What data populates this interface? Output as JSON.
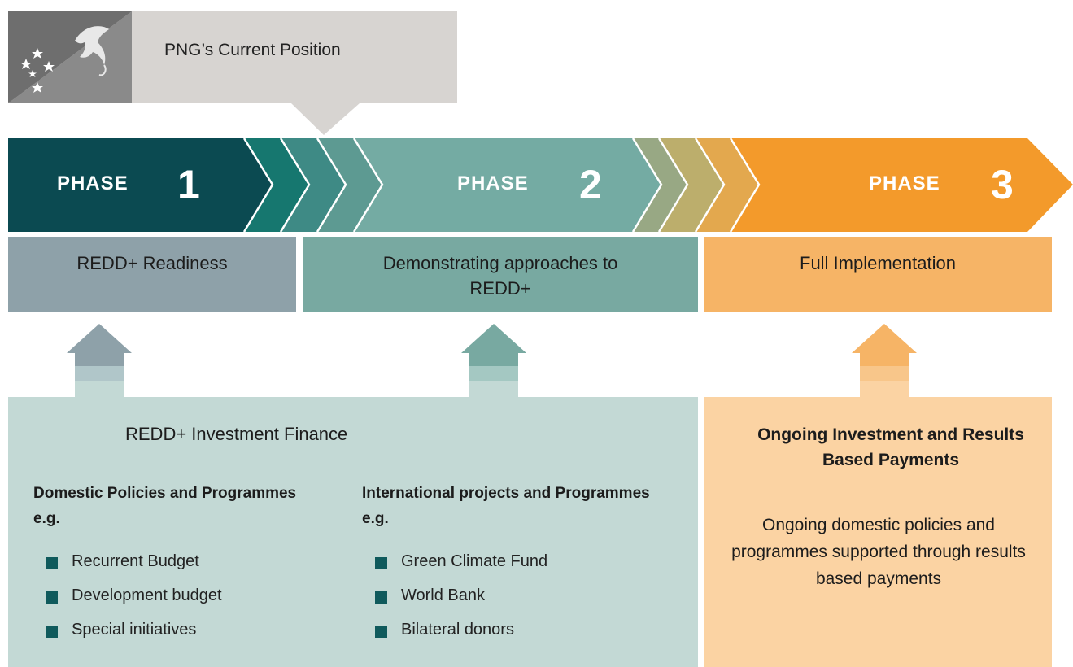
{
  "current_position": {
    "label": "PNG’s Current Position"
  },
  "phases": [
    {
      "word": "PHASE",
      "number": "1",
      "description": "REDD+ Readiness"
    },
    {
      "word": "PHASE",
      "number": "2",
      "description": "Demonstrating approaches to REDD+"
    },
    {
      "word": "PHASE",
      "number": "3",
      "description": "Full Implementation"
    }
  ],
  "investment_finance": {
    "title": "REDD+ Investment Finance",
    "domestic": {
      "heading": "Domestic Policies and Programmes e.g.",
      "items": [
        "Recurrent Budget",
        "Development budget",
        "Special initiatives"
      ]
    },
    "international": {
      "heading": "International projects and Programmes e.g.",
      "items": [
        "Green Climate Fund",
        "World Bank",
        "Bilateral donors"
      ]
    }
  },
  "ongoing": {
    "title": "Ongoing Investment and Results Based Payments",
    "text": "Ongoing domestic policies and programmes supported through results based payments"
  },
  "colors": {
    "phase1": "#0b4a51",
    "phase2": "#74aba3",
    "phase3": "#f39a2b",
    "callout": "#d7d4d1",
    "bullet": "#0f5a5c"
  }
}
